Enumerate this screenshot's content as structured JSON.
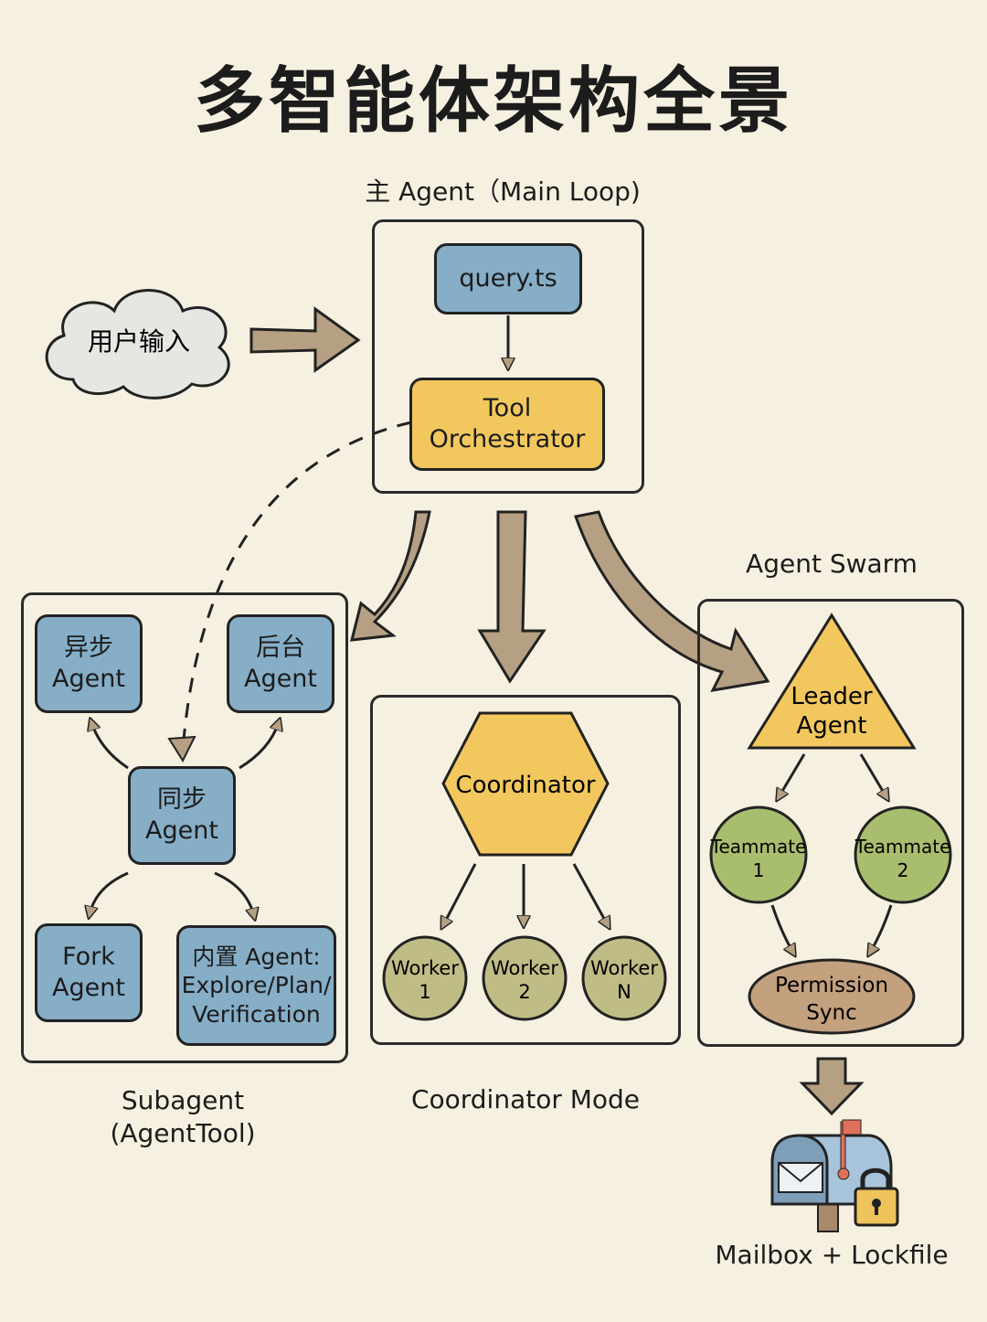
{
  "title": "多智能体架构全景",
  "main_agent": {
    "label": "主 Agent（Main Loop)",
    "query": "query.ts",
    "tool_line1": "Tool",
    "tool_line2": "Orchestrator"
  },
  "user_input": "用户输入",
  "subagent": {
    "async_line1": "异步",
    "async_line2": "Agent",
    "bg_line1": "后台",
    "bg_line2": "Agent",
    "sync_line1": "同步",
    "sync_line2": "Agent",
    "fork_line1": "Fork",
    "fork_line2": "Agent",
    "builtin_line1": "内置 Agent:",
    "builtin_line2": "Explore/Plan/",
    "builtin_line3": "Verification",
    "caption_line1": "Subagent",
    "caption_line2": "(AgentTool)"
  },
  "coordinator": {
    "label": "Coordinator",
    "workers": [
      {
        "line1": "Worker",
        "line2": "1"
      },
      {
        "line1": "Worker",
        "line2": "2"
      },
      {
        "line1": "Worker",
        "line2": "N"
      }
    ],
    "caption": "Coordinator Mode"
  },
  "swarm": {
    "title": "Agent Swarm",
    "leader_line1": "Leader",
    "leader_line2": "Agent",
    "teammates": [
      {
        "line1": "Teammate",
        "line2": "1"
      },
      {
        "line1": "Teammate",
        "line2": "2"
      }
    ],
    "perm_line1": "Permission",
    "perm_line2": "Sync"
  },
  "mailbox": {
    "caption": "Mailbox + Lockfile",
    "icons": [
      "mailbox-icon",
      "envelope-icon",
      "padlock-icon"
    ]
  },
  "colors": {
    "background": "#f6f0e1",
    "agent_blue": "#86aec7",
    "highlight_yellow": "#f2c85e",
    "node_green": "#a8bd6e",
    "worker_olive": "#bfbd85",
    "sync_tan": "#c3a07e",
    "arrow_tan": "#b5a083"
  }
}
